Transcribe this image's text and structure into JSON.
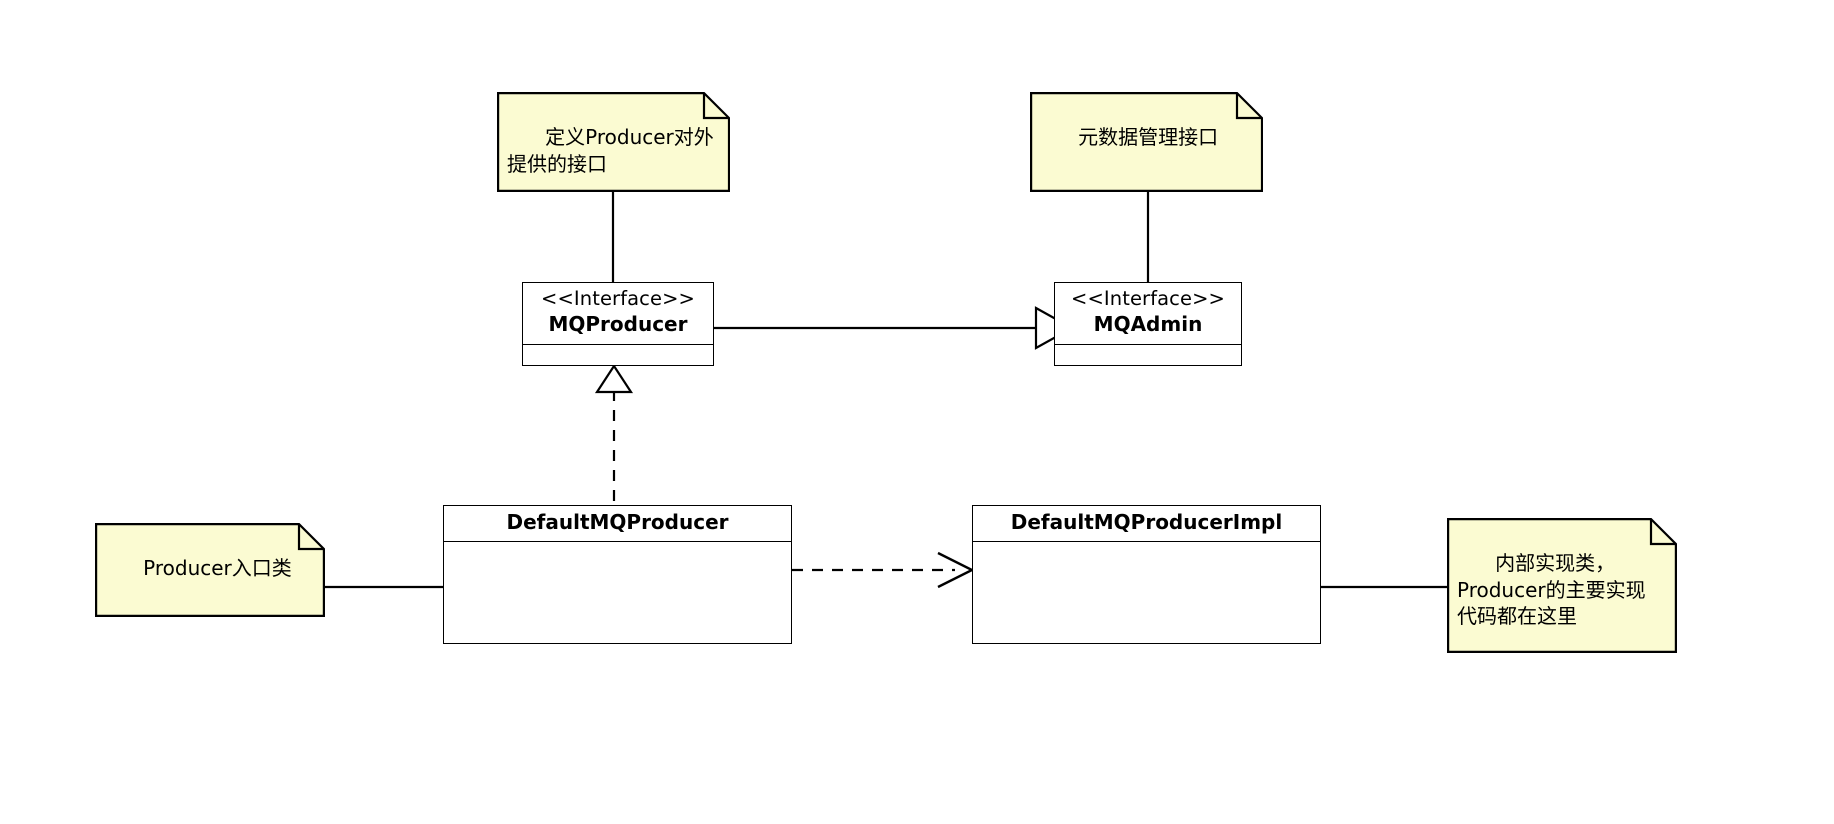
{
  "diagram": {
    "kind": "uml-class-diagram",
    "title": "RocketMQ Producer class diagram",
    "colors": {
      "note_fill": "#fbfbd2",
      "note_stroke": "#000000",
      "box_fill": "#ffffff",
      "box_stroke": "#000000",
      "line": "#000000",
      "canvas": "#ffffff"
    }
  },
  "nodes": {
    "mq_producer": {
      "stereotype": "<<Interface>>",
      "name": "MQProducer"
    },
    "mq_admin": {
      "stereotype": "<<Interface>>",
      "name": "MQAdmin"
    },
    "default_mq_producer": {
      "name": "DefaultMQProducer"
    },
    "default_mq_producer_impl": {
      "name": "DefaultMQProducerImpl"
    }
  },
  "notes": {
    "producer_interface_note": {
      "text": "定义Producer对外提供的接口",
      "attached_to": "MQProducer"
    },
    "admin_interface_note": {
      "text": "元数据管理接口",
      "attached_to": "MQAdmin"
    },
    "entry_class_note": {
      "text": "Producer入口类",
      "attached_to": "DefaultMQProducer"
    },
    "impl_class_note": {
      "text": "内部实现类，Producer的主要实现代码都在这里",
      "attached_to": "DefaultMQProducerImpl"
    }
  },
  "relations": [
    {
      "id": "generalization-mqproducer-mqadmin",
      "type": "generalization",
      "line": "solid",
      "arrowhead": "hollow-triangle",
      "from": "MQProducer",
      "to": "MQAdmin"
    },
    {
      "id": "realization-defaultmqproducer-mqproducer",
      "type": "realization",
      "line": "dashed",
      "arrowhead": "hollow-triangle",
      "from": "DefaultMQProducer",
      "to": "MQProducer"
    },
    {
      "id": "dependency-defaultmqproducer-impl",
      "type": "dependency",
      "line": "dashed",
      "arrowhead": "open-arrow",
      "from": "DefaultMQProducer",
      "to": "DefaultMQProducerImpl"
    },
    {
      "id": "anchor-note-mqproducer",
      "type": "note-anchor",
      "line": "solid",
      "arrowhead": "none",
      "from": "定义Producer对外提供的接口",
      "to": "MQProducer"
    },
    {
      "id": "anchor-note-mqadmin",
      "type": "note-anchor",
      "line": "solid",
      "arrowhead": "none",
      "from": "元数据管理接口",
      "to": "MQAdmin"
    },
    {
      "id": "anchor-note-defaultmqproducer",
      "type": "note-anchor",
      "line": "solid",
      "arrowhead": "none",
      "from": "Producer入口类",
      "to": "DefaultMQProducer"
    },
    {
      "id": "anchor-note-defaultmqproducerimpl",
      "type": "note-anchor",
      "line": "solid",
      "arrowhead": "none",
      "from": "内部实现类，Producer的主要实现代码都在这里",
      "to": "DefaultMQProducerImpl"
    }
  ]
}
